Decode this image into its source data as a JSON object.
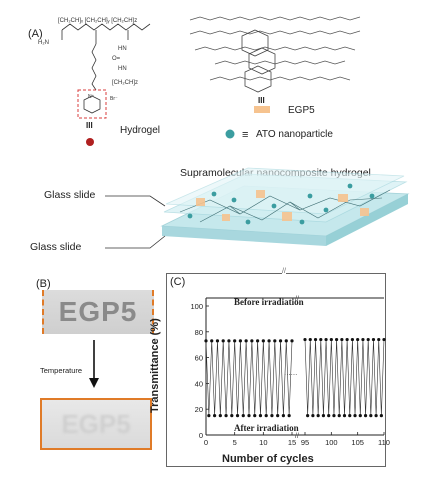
{
  "panel_a": {
    "label": "(A)",
    "polymer_formula": "H₂N",
    "monomer_label": "III",
    "pyridinium_counterion": "Br⁻",
    "pyridinium_charge": "N⁺",
    "hydrogel_caption": "Hydrogel",
    "crosslinker_label": "III",
    "egp5_caption": "EGP5",
    "ato_equals": "≡",
    "ato_caption": "ATO nanoparticle",
    "sandwich_title": "Supramolecular nanocomposite hydrogel",
    "glass_slide_top": "Glass slide",
    "glass_slide_bottom": "Glass slide",
    "colors": {
      "egp5": "#f6c38f",
      "ato": "#3b9da0",
      "bead": "#b02020",
      "dashed_box": "#d93c3c"
    }
  },
  "panel_b": {
    "label": "(B)",
    "slide_text_before": "EGP5",
    "slide_text_after": "EGP5",
    "arrow_caption": "Temperature",
    "colors": {
      "frame": "#e07b28"
    }
  },
  "panel_c": {
    "label": "(C)",
    "annotation_top": "Before irradiation",
    "annotation_bottom": "After irradiation",
    "ellipsis": "......",
    "axis_break": "//",
    "chart_data": {
      "type": "line",
      "xlabel": "Number of cycles",
      "ylabel": "Transmittance (%)",
      "ylim": [
        0,
        100
      ],
      "yticks": [
        0,
        20,
        40,
        60,
        80,
        100
      ],
      "segments": [
        {
          "xlim": [
            0,
            15
          ],
          "xticks": [
            0,
            5,
            10,
            15
          ],
          "high": 73,
          "low": 15,
          "cycles_from": 1,
          "cycles_to": 15
        },
        {
          "xlim": [
            95,
            110
          ],
          "xticks": [
            95,
            100,
            105,
            110
          ],
          "high": 74,
          "low": 15,
          "cycles_from": 96,
          "cycles_to": 110
        }
      ]
    }
  }
}
